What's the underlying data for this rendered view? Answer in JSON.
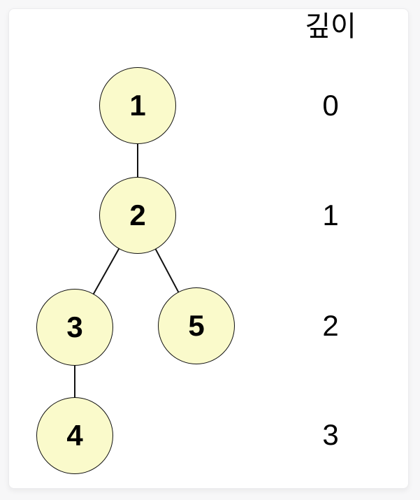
{
  "diagram": {
    "type": "tree",
    "nodes": [
      {
        "label": "1",
        "depth": 0,
        "parent": null
      },
      {
        "label": "2",
        "depth": 1,
        "parent": "1"
      },
      {
        "label": "3",
        "depth": 2,
        "parent": "2"
      },
      {
        "label": "5",
        "depth": 2,
        "parent": "2"
      },
      {
        "label": "4",
        "depth": 3,
        "parent": "3"
      }
    ],
    "edges": [
      [
        "1",
        "2"
      ],
      [
        "2",
        "3"
      ],
      [
        "2",
        "5"
      ],
      [
        "3",
        "4"
      ]
    ]
  },
  "depth_column": {
    "header": "깊이",
    "values": [
      "0",
      "1",
      "2",
      "3"
    ]
  },
  "colors": {
    "node_fill": "#FAFACB",
    "node_border": "#111111",
    "edge_line": "#111111",
    "card_background": "#FFFFFF",
    "page_background": "#F7F7F8",
    "text": "#000000"
  }
}
